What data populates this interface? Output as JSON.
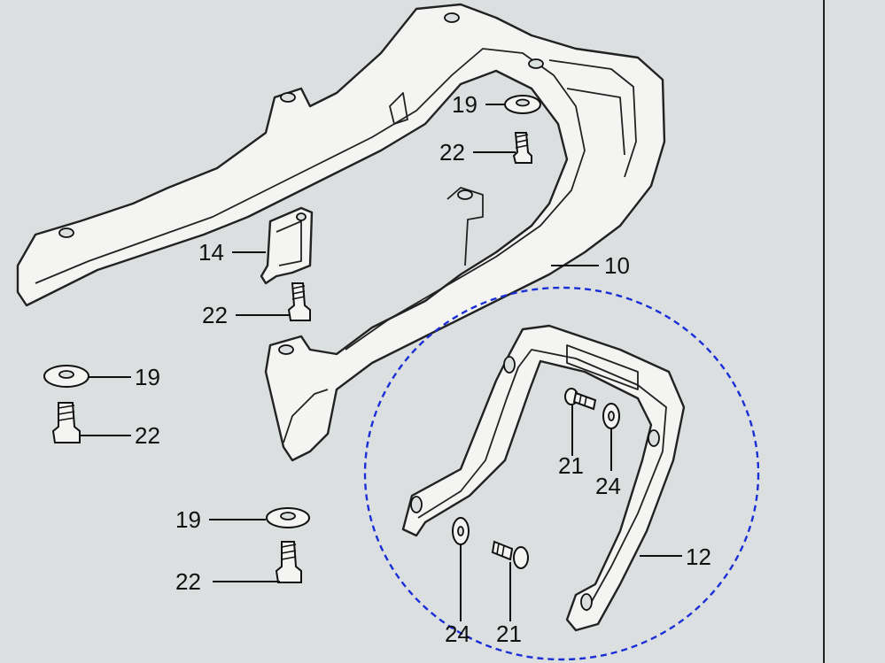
{
  "diagram": {
    "accent_colors": {
      "highlight_circle": "#1a2fd6",
      "line": "#111111",
      "paper": "#dcdfe0"
    },
    "callouts": [
      {
        "id": "c19a",
        "text": "19"
      },
      {
        "id": "c22a",
        "text": "22"
      },
      {
        "id": "c14",
        "text": "14"
      },
      {
        "id": "c22b",
        "text": "22"
      },
      {
        "id": "c10",
        "text": "10"
      },
      {
        "id": "c19b",
        "text": "19"
      },
      {
        "id": "c22c",
        "text": "22"
      },
      {
        "id": "c19c",
        "text": "19"
      },
      {
        "id": "c22d",
        "text": "22"
      },
      {
        "id": "c21a",
        "text": "21"
      },
      {
        "id": "c24a",
        "text": "24"
      },
      {
        "id": "c12",
        "text": "12"
      },
      {
        "id": "c24b",
        "text": "24"
      },
      {
        "id": "c21b",
        "text": "21"
      }
    ]
  }
}
